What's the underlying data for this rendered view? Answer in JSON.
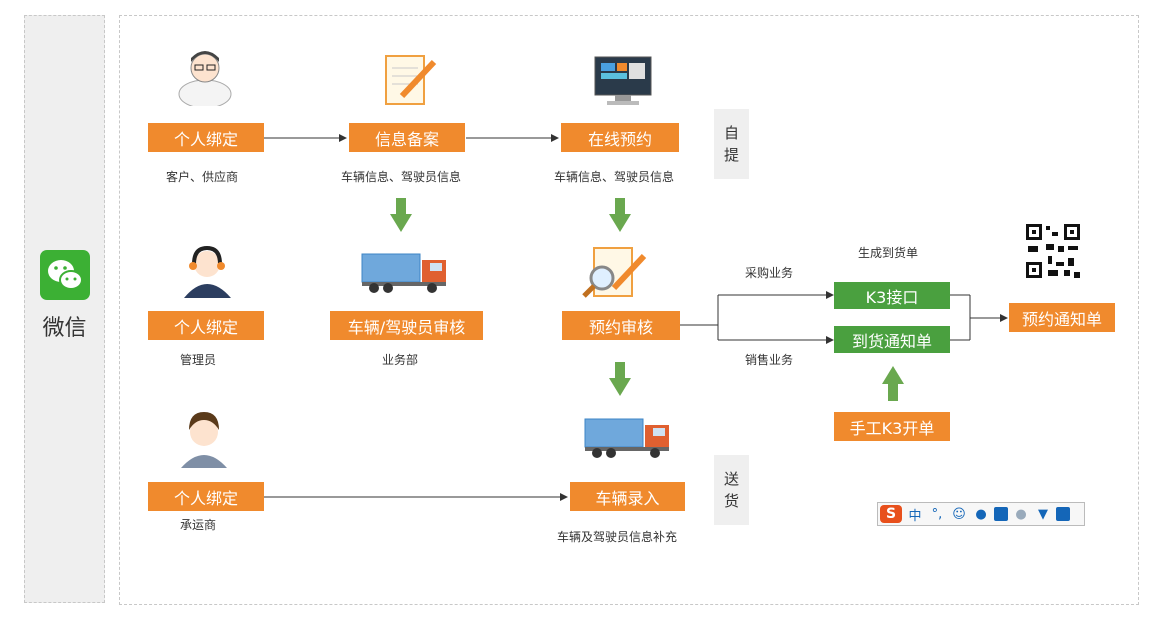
{
  "sidebar": {
    "app_name": "微信"
  },
  "boxes": {
    "bind_customer": "个人绑定",
    "info_record": "信息备案",
    "online_booking": "在线预约",
    "bind_admin": "个人绑定",
    "vehicle_driver_review": "车辆/驾驶员审核",
    "booking_review": "预约审核",
    "k3_interface": "K3接口",
    "arrival_notice": "到货通知单",
    "booking_notice": "预约通知单",
    "manual_k3": "手工K3开单",
    "bind_carrier": "个人绑定",
    "vehicle_entry": "车辆录入"
  },
  "captions": {
    "customer_supplier": "客户、供应商",
    "vehicle_driver_info_1": "车辆信息、驾驶员信息",
    "vehicle_driver_info_2": "车辆信息、驾驶员信息",
    "admin": "管理员",
    "business_dept": "业务部",
    "purchase_business": "采购业务",
    "sales_business": "销售业务",
    "generate_arrival": "生成到货单",
    "carrier": "承运商",
    "vehicle_supplement": "车辆及驾驶员信息补充"
  },
  "side_labels": {
    "self_pickup": [
      "自",
      "提"
    ],
    "delivery": [
      "送",
      "货"
    ]
  },
  "ime_toolbar": {
    "logo": "S",
    "mode": "中",
    "punct": "°,",
    "icons": [
      "smile-icon",
      "mic-icon",
      "keyboard-icon",
      "user-icon",
      "shirt-icon",
      "grid-icon"
    ]
  },
  "colors": {
    "orange": "#f08a2d",
    "green": "#4aa03f",
    "wechat": "#3cb034"
  }
}
